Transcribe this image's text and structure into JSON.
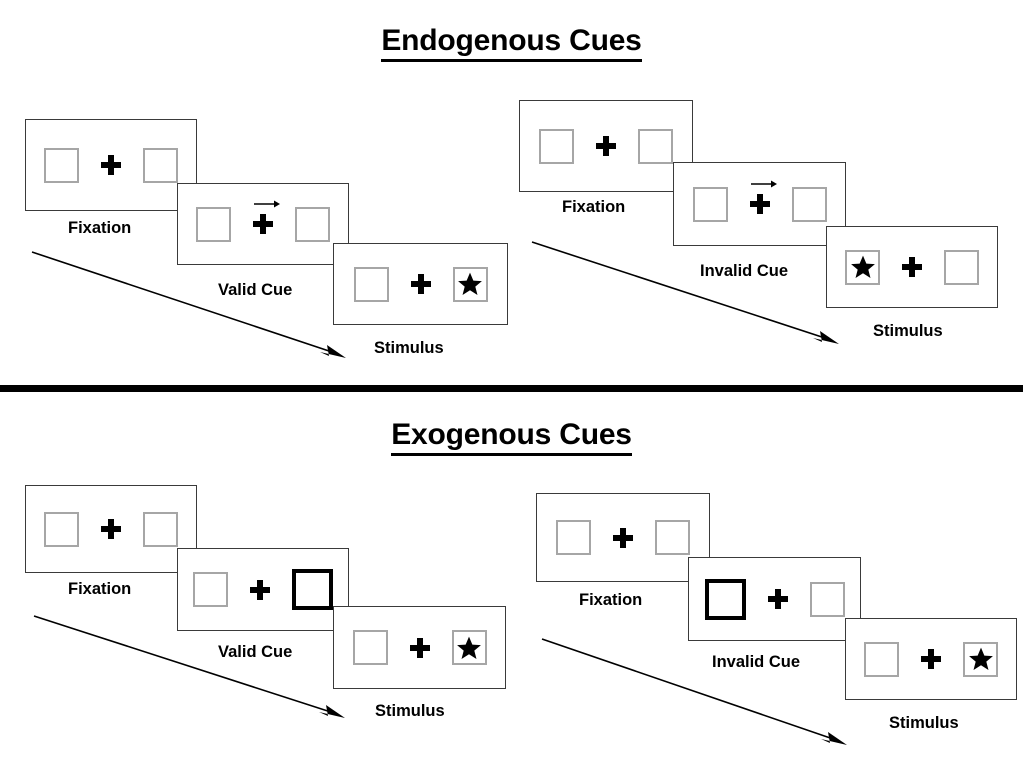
{
  "page": {
    "background": "#ffffff",
    "line_color": "#3a3a3a",
    "box_border_color": "#a6a6a6",
    "cue_border_color": "#000000",
    "accent": "#000000"
  },
  "sections": [
    {
      "id": "endogenous",
      "title": "Endogenous Cues",
      "cue_type": "arrow",
      "sequences": [
        {
          "id": "endogenous-valid",
          "validity": "valid",
          "panels": [
            {
              "phase": "fixation",
              "caption": "Fixation",
              "left_box": "empty",
              "right_box": "empty",
              "cue": "none"
            },
            {
              "phase": "cue",
              "caption": "Valid Cue",
              "left_box": "empty",
              "right_box": "empty",
              "cue": "arrow-right"
            },
            {
              "phase": "stimulus",
              "caption": "Stimulus",
              "left_box": "empty",
              "right_box": "star",
              "cue": "none"
            }
          ]
        },
        {
          "id": "endogenous-invalid",
          "validity": "invalid",
          "panels": [
            {
              "phase": "fixation",
              "caption": "Fixation",
              "left_box": "empty",
              "right_box": "empty",
              "cue": "none"
            },
            {
              "phase": "cue",
              "caption": "Invalid Cue",
              "left_box": "empty",
              "right_box": "empty",
              "cue": "arrow-right"
            },
            {
              "phase": "stimulus",
              "caption": "Stimulus",
              "left_box": "star",
              "right_box": "empty",
              "cue": "none"
            }
          ]
        }
      ]
    },
    {
      "id": "exogenous",
      "title": "Exogenous Cues",
      "cue_type": "box-flash",
      "sequences": [
        {
          "id": "exogenous-valid",
          "validity": "valid",
          "panels": [
            {
              "phase": "fixation",
              "caption": "Fixation",
              "left_box": "empty",
              "right_box": "empty",
              "cue": "none"
            },
            {
              "phase": "cue",
              "caption": "Valid Cue",
              "left_box": "empty",
              "right_box": "cued",
              "cue": "box-right"
            },
            {
              "phase": "stimulus",
              "caption": "Stimulus",
              "left_box": "empty",
              "right_box": "star",
              "cue": "none"
            }
          ]
        },
        {
          "id": "exogenous-invalid",
          "validity": "invalid",
          "panels": [
            {
              "phase": "fixation",
              "caption": "Fixation",
              "left_box": "empty",
              "right_box": "empty",
              "cue": "none"
            },
            {
              "phase": "cue",
              "caption": "Invalid Cue",
              "left_box": "cued",
              "right_box": "empty",
              "cue": "box-left"
            },
            {
              "phase": "stimulus",
              "caption": "Stimulus",
              "left_box": "empty",
              "right_box": "star",
              "cue": "none"
            }
          ]
        }
      ]
    }
  ],
  "icons": {
    "fixation_cross": "plus-icon",
    "cue_arrow": "arrow-right-icon",
    "target": "star-icon",
    "flow": "diagonal-arrow-icon",
    "divider": "horizontal-rule"
  }
}
